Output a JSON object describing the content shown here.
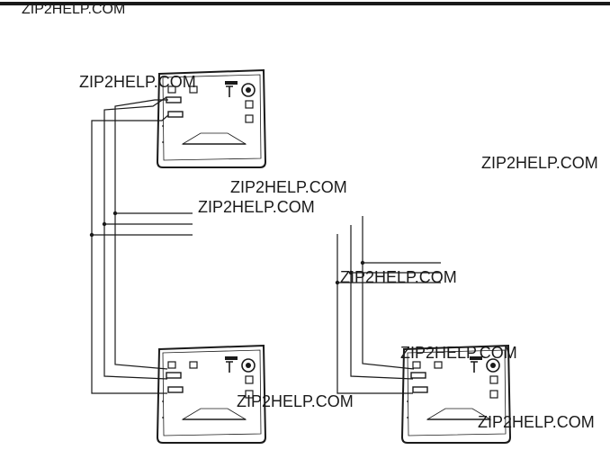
{
  "watermarks": {
    "header": "ZIP2HELP.COM",
    "w1": "ZIP2HELP.COM",
    "w2": "ZIP2HELP.COM",
    "w3": "ZIP2HELP.COM",
    "w4": "ZIP2HELP.COM",
    "w5": "ZIP2HELP.COM",
    "w6": "ZIP2HELP.COM",
    "w7": "ZIP2HELP.COM",
    "w8": "ZIP2HELP.COM"
  },
  "colors": {
    "line": "#1a1a1a",
    "background": "#ffffff"
  }
}
